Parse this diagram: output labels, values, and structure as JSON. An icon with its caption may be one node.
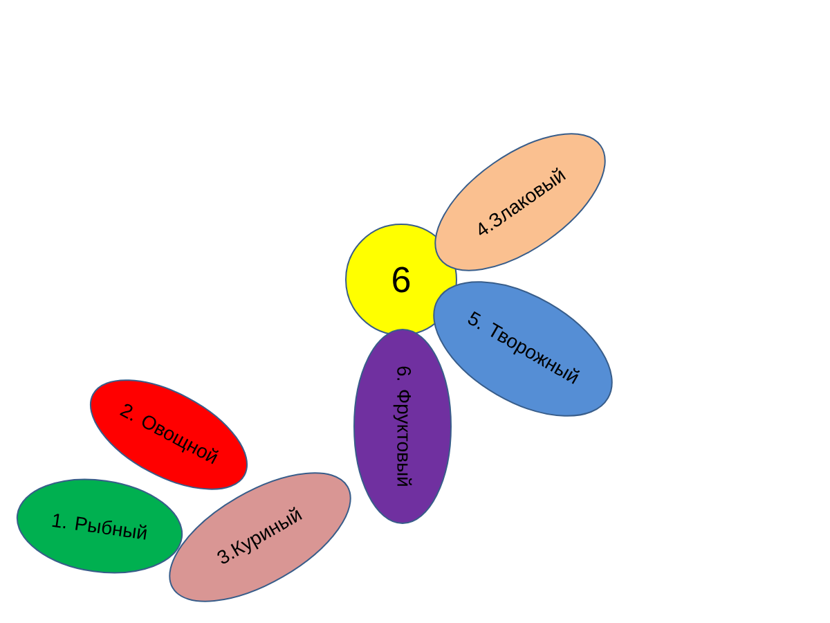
{
  "diagram": {
    "nodes": [
      {
        "text": [
          "6"
        ]
      },
      {
        "text": [
          "4.Злаковый"
        ]
      },
      {
        "text": [
          "5. Творожный"
        ]
      },
      {
        "text": [
          "6. Фруктовый"
        ]
      },
      {
        "text": [
          "1. Рыбный"
        ]
      },
      {
        "text": [
          "2. Овощной"
        ]
      },
      {
        "text": [
          "3.Куриный"
        ]
      }
    ]
  }
}
